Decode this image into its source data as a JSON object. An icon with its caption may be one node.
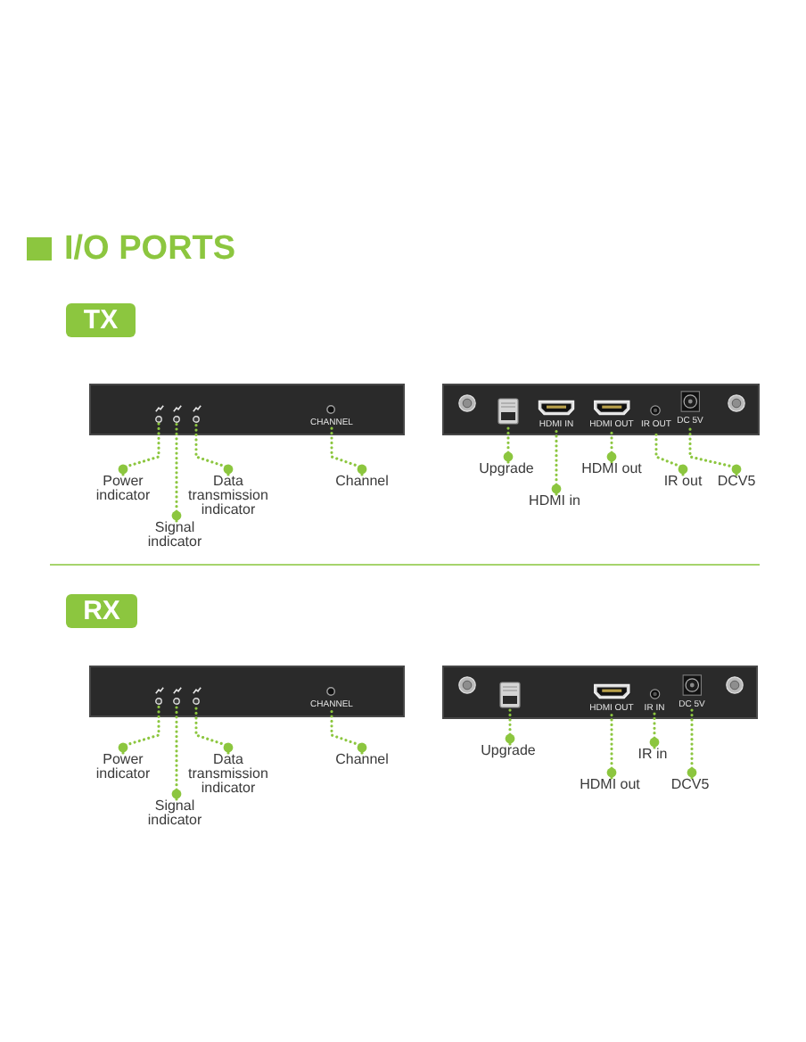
{
  "diagram": {
    "title": "I/O PORTS",
    "nodes": [
      {
        "text": [
          "TX"
        ]
      },
      {
        "text": [],
        "shape": "box"
      },
      {
        "text": [],
        "shape": "circle",
        "in": 1
      },
      {
        "text": [],
        "shape": "circle",
        "in": 1
      },
      {
        "text": [],
        "shape": "circle",
        "in": 1
      },
      {
        "text": [],
        "shape": "circle",
        "in": 1,
        "beside": [
          "CHANNEL"
        ]
      },
      {
        "text": [],
        "shape": "box"
      },
      {
        "text": [],
        "shape": "picture",
        "in": 6
      },
      {
        "text": [],
        "shape": "picture",
        "in": 6,
        "beside": [
          "HDMI IN"
        ]
      },
      {
        "text": [],
        "shape": "picture",
        "in": 6,
        "beside": [
          "HDMI OUT"
        ]
      },
      {
        "text": [],
        "shape": "picture",
        "in": 6,
        "beside": [
          "IR OUT"
        ]
      },
      {
        "text": [],
        "shape": "picture",
        "in": 6,
        "beside": [
          "DC 5V"
        ]
      },
      {
        "text": [
          "Power indicator"
        ]
      },
      {
        "text": [
          "Signal indicator"
        ]
      },
      {
        "text": [
          "Data transmission indicator"
        ]
      },
      {
        "text": [
          "Channel"
        ]
      },
      {
        "text": [
          "Upgrade"
        ]
      },
      {
        "text": [
          "HDMI in"
        ]
      },
      {
        "text": [
          "HDMI out"
        ]
      },
      {
        "text": [
          "IR out"
        ]
      },
      {
        "text": [
          "DCV5"
        ]
      },
      {
        "text": [
          "RX"
        ]
      },
      {
        "text": [],
        "shape": "box"
      },
      {
        "text": [],
        "shape": "circle",
        "in": 22
      },
      {
        "text": [],
        "shape": "circle",
        "in": 22
      },
      {
        "text": [],
        "shape": "circle",
        "in": 22
      },
      {
        "text": [],
        "shape": "circle",
        "in": 22,
        "beside": [
          "CHANNEL"
        ]
      },
      {
        "text": [],
        "shape": "box"
      },
      {
        "text": [],
        "shape": "picture",
        "in": 27
      },
      {
        "text": [],
        "shape": "picture",
        "in": 27,
        "beside": [
          "HDMI OUT"
        ]
      },
      {
        "text": [],
        "shape": "picture",
        "in": 27,
        "beside": [
          "IR IN"
        ]
      },
      {
        "text": [],
        "shape": "picture",
        "in": 27,
        "beside": [
          "DC 5V"
        ]
      },
      {
        "text": [
          "Power indicator"
        ]
      },
      {
        "text": [
          "Signal indicator"
        ]
      },
      {
        "text": [
          "Data transmission indicator"
        ]
      },
      {
        "text": [
          "Channel"
        ]
      },
      {
        "text": [
          "Upgrade"
        ]
      },
      {
        "text": [
          "HDMI out"
        ]
      },
      {
        "text": [
          "IR in"
        ]
      },
      {
        "text": [
          "DCV5"
        ]
      }
    ],
    "edges": [
      {
        "from": 12,
        "to": 2,
        "arrow": "other",
        "style": "dashed"
      },
      {
        "from": 13,
        "to": 3,
        "arrow": "other",
        "style": "dashed"
      },
      {
        "from": 14,
        "to": 4,
        "arrow": "other",
        "style": "dashed"
      },
      {
        "from": 15,
        "to": 5,
        "arrow": "other",
        "style": "dashed"
      },
      {
        "from": 16,
        "to": 7,
        "arrow": "other",
        "style": "dashed"
      },
      {
        "from": 17,
        "to": 8,
        "arrow": "other",
        "style": "dashed"
      },
      {
        "from": 18,
        "to": 9,
        "arrow": "other",
        "style": "dashed"
      },
      {
        "from": 19,
        "to": 10,
        "arrow": "other",
        "style": "dashed"
      },
      {
        "from": 20,
        "to": 11,
        "arrow": "other",
        "style": "dashed"
      },
      {
        "from": 32,
        "to": 23,
        "arrow": "other",
        "style": "dashed"
      },
      {
        "from": 33,
        "to": 24,
        "arrow": "other",
        "style": "dashed"
      },
      {
        "from": 34,
        "to": 25,
        "arrow": "other",
        "style": "dashed"
      },
      {
        "from": 35,
        "to": 26,
        "arrow": "other",
        "style": "dashed"
      },
      {
        "from": 36,
        "to": 28,
        "arrow": "other",
        "style": "dashed"
      },
      {
        "from": 37,
        "to": 29,
        "arrow": "other",
        "style": "dashed"
      },
      {
        "from": 38,
        "to": 30,
        "arrow": "other",
        "style": "dashed"
      },
      {
        "from": 39,
        "to": 31,
        "arrow": "other",
        "style": "dashed"
      }
    ]
  }
}
